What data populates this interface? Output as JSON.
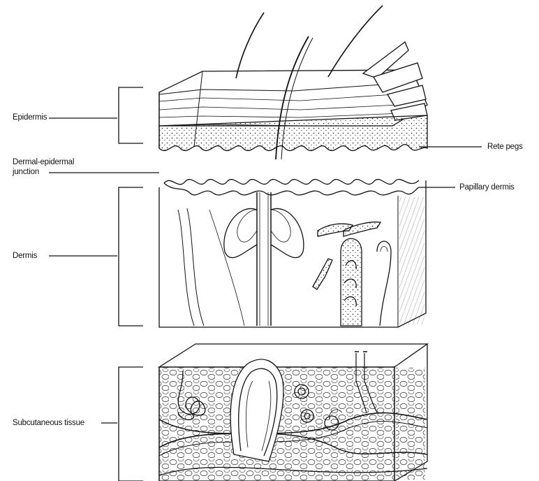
{
  "labels": {
    "epidermis": "Epidermis",
    "dej_line1": "Dermal-epidermal",
    "dej_line2": "junction",
    "rete_pegs": "Rete pegs",
    "papillary_dermis": "Papillary dermis",
    "dermis": "Dermis",
    "subcutaneous": "Subcutaneous tissue"
  },
  "colors": {
    "ink": "#111111",
    "paper": "#ffffff"
  }
}
